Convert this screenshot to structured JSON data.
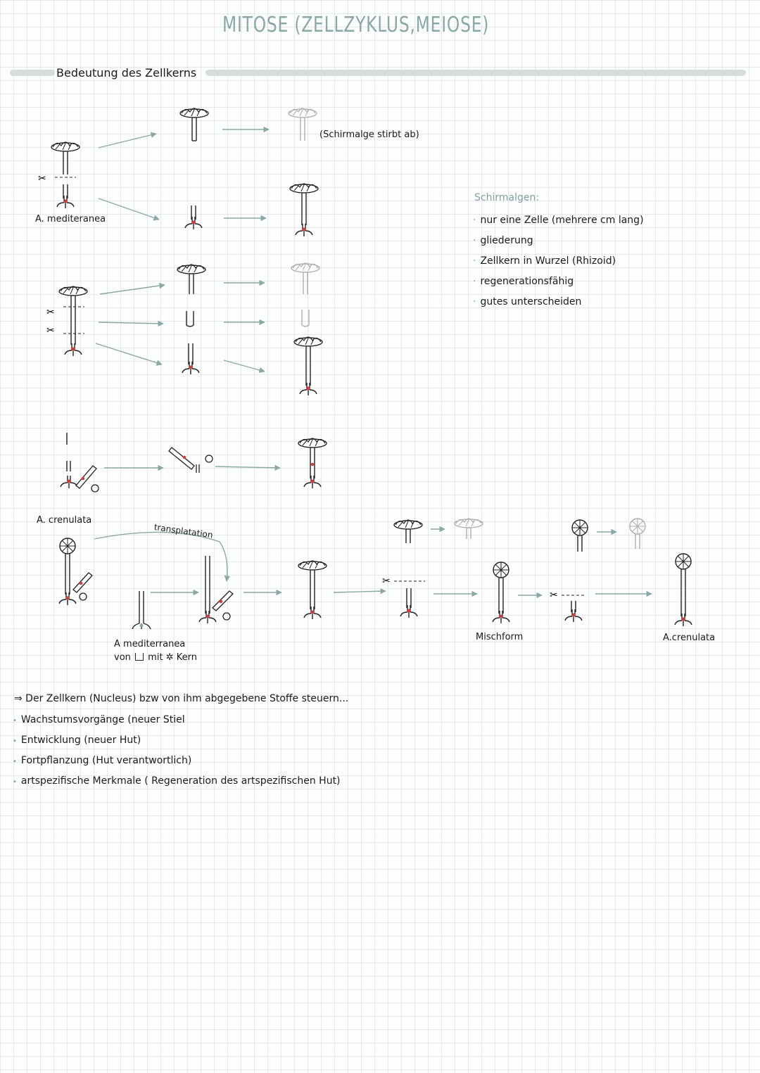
{
  "title": "MITOSE (ZELLZYKLUS,MEIOSE)",
  "section_heading": "Bedeutung des Zellkerns",
  "labels": {
    "dies": "(Schirmalge stirbt ab)",
    "med1": "A. mediteranea",
    "cren1": "A. crenulata",
    "transpl": "transplatation",
    "med2_line1": "A mediterranea",
    "med2_line2": "von",
    "med2_line3": "mit",
    "med2_line4": "Kern",
    "misch": "Mischform",
    "cren2": "A.crenulata"
  },
  "notes": {
    "title": "Schirmalgen:",
    "items": [
      "nur eine Zelle (mehrere cm lang)",
      "gliederung",
      "Zellkern in Wurzel (Rhizoid)",
      "regenerationsfähig",
      "gutes unterscheiden"
    ]
  },
  "conclusion": {
    "lead": "⇒ Der Zellkern (Nucleus) bzw von ihm abgegebene Stoffe steuern...",
    "items": [
      "Wachstumsvorgänge (neuer Stiel",
      "Entwicklung (neuer Hut)",
      "Fortpflanzung (Hut verantwortlich)",
      "artspezifische Merkmale ( Regeneration des artspezifischen Hut)"
    ]
  },
  "colors": {
    "accent": "#8aa8a6",
    "nucleus": "#d63a3a",
    "faded": "#c9cccc",
    "bar": "#d6dddd"
  }
}
